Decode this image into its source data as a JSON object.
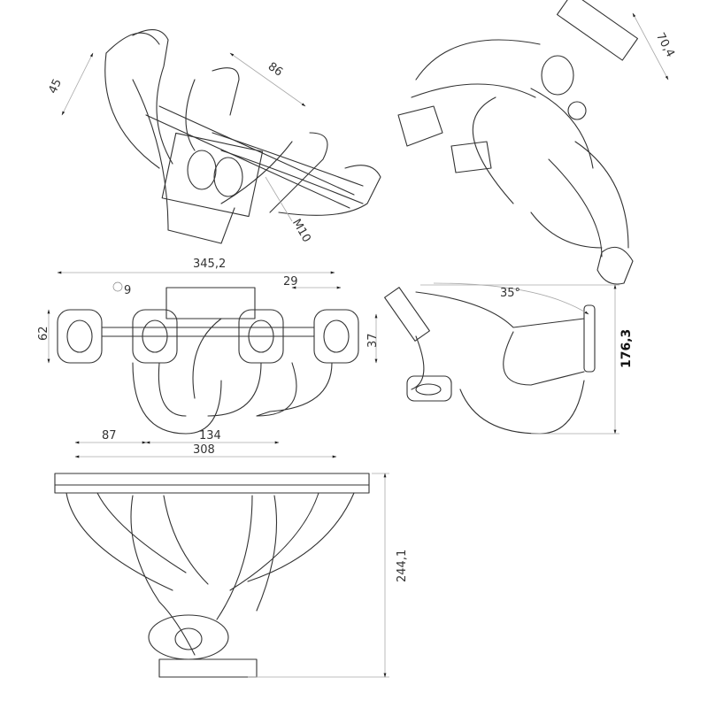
{
  "title": "Exhaust manifold dimension drawing",
  "colors": {
    "line": "#333333",
    "dimension": "#aaaaaa",
    "background": "#ffffff"
  },
  "views": {
    "iso": {
      "dims": {
        "a": "45",
        "b": "86",
        "thread": "M10"
      }
    },
    "top_right": {
      "dims": {
        "flange": "70,4"
      }
    },
    "front": {
      "dims": {
        "overall_width": "345,2",
        "hole": "9",
        "flange_w": "29",
        "port_h": "62",
        "port_gap": "37",
        "left": "87",
        "mid": "134",
        "ports_span": "308"
      }
    },
    "side": {
      "dims": {
        "angle": "35°",
        "height": "176,3"
      }
    },
    "bottom": {
      "dims": {
        "height": "244,1"
      }
    }
  }
}
